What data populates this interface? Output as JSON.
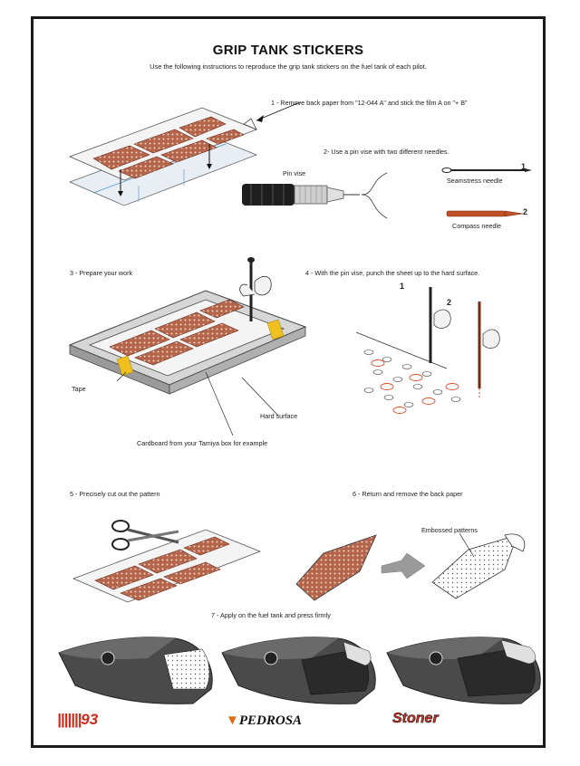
{
  "document": {
    "title": "GRIP TANK STICKERS",
    "subtitle": "Use the following instructions to reproduce the grip tank stickers on the fuel tank of each pilot."
  },
  "steps": {
    "s1": "1 - Remove back paper from \"12-044 A\" and stick the film A on \"+ B\"",
    "s2": "2- Use a pin vise with two different needles.",
    "s3": "3 - Prepare your work",
    "s4": "4 - With the pin vise, punch the sheet up to the hard surface.",
    "s5": "5 - Precisely cut out the pattern",
    "s6": "6 - Return and remove the back paper",
    "s7": "7 - Apply on the fuel tank and press firmly"
  },
  "labels": {
    "pin_vise": "Pin vise",
    "seamstress": "Seamstress needle",
    "compass": "Compass needle",
    "num1": "1",
    "num2": "2",
    "punch1": "1",
    "punch2": "2",
    "tape": "Tape",
    "hard_surface": "Hard surface",
    "cardboard": "Cardboard from your Tamiya box for example",
    "embossed": "Embossed patterns"
  },
  "brands": {
    "b1": "93",
    "b2": "PEDROSA",
    "b3": "Stoner"
  },
  "colors": {
    "sticker": "#b5654a",
    "sticker_dark": "#6b2a1a",
    "compass_needle": "#c0502a",
    "tape": "#f0c020",
    "tank": "#4a4a4a",
    "arrow_grey": "#9a9a9a",
    "brand_red": "#d12a1e",
    "brand_orange": "#e06a10"
  }
}
